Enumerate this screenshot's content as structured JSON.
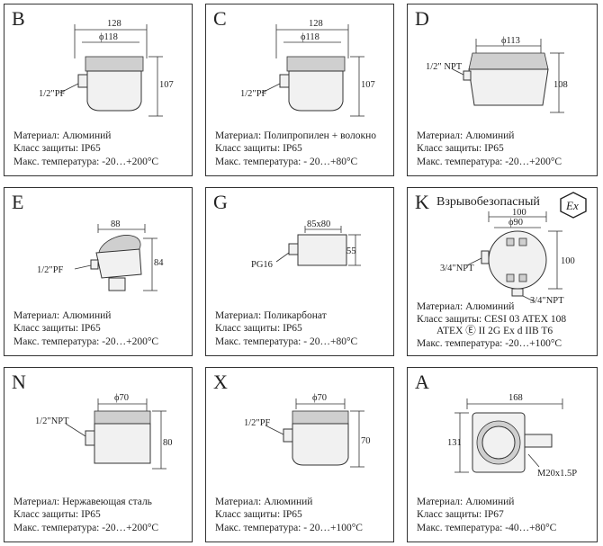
{
  "panels": [
    {
      "letter": "B",
      "d1": "128",
      "d2": "ϕ118",
      "d3": "107",
      "conn": "1/2\"PF",
      "specs": [
        "Материал: Алюминий",
        "Класс защиты: IP65",
        "Макс. температура: -20…+200°C"
      ]
    },
    {
      "letter": "C",
      "d1": "128",
      "d2": "ϕ118",
      "d3": "107",
      "conn": "1/2\"PF",
      "specs": [
        "Материал: Полипропилен + волокно",
        "Класс защиты: IP65",
        "Макс. температура: - 20…+80°C"
      ]
    },
    {
      "letter": "D",
      "d1": "ϕ113",
      "d3": "108",
      "conn": "1/2\" NPT",
      "specs": [
        "Материал: Алюминий",
        "Класс защиты: IP65",
        "Макс. температура: -20…+200°C"
      ]
    },
    {
      "letter": "E",
      "d1": "88",
      "d3": "84",
      "conn": "1/2\"PF",
      "specs": [
        "Материал: Алюминий",
        "Класс защиты: IP65",
        "Макс. температура: -20…+200°C"
      ]
    },
    {
      "letter": "G",
      "d1": "85x80",
      "d3": "55",
      "conn": "PG16",
      "specs": [
        "Материал: Поликарбонат",
        "Класс защиты: IP65",
        "Макс. температура: - 20…+80°C"
      ]
    },
    {
      "letter": "K",
      "subtitle": "Взрывобезопасный",
      "badge": "Ex",
      "d1": "100",
      "d2": "ϕ90",
      "d3": "100",
      "conn": "3/4\"NPT",
      "conn2": "3/4\"NPT",
      "specs": [
        "Материал: Алюминий",
        "Класс защиты: CESI 03 ATEX 108",
        "ATEX Ⓔ II 2G Ex d IIB  T6",
        "Макс. температура: -20…+100°C"
      ]
    },
    {
      "letter": "N",
      "d2": "ϕ70",
      "d3": "80",
      "conn": "1/2\"NPT",
      "specs": [
        "Материал: Нержавеющая сталь",
        "Класс защиты:  IP65",
        "Макс. температура: -20…+200°C"
      ]
    },
    {
      "letter": "X",
      "d2": "ϕ70",
      "d3": "70",
      "conn": "1/2\"PF",
      "specs": [
        "Материал: Алюминий",
        "Класс защиты:  IP65",
        "Макс. температура: - 20…+100°C"
      ]
    },
    {
      "letter": "A",
      "d1": "168",
      "d3": "131",
      "conn": "M20x1.5P",
      "specs": [
        "Материал: Алюминий",
        "Класс защиты:    IP67",
        "Макс. температура: -40…+80°C"
      ]
    }
  ]
}
